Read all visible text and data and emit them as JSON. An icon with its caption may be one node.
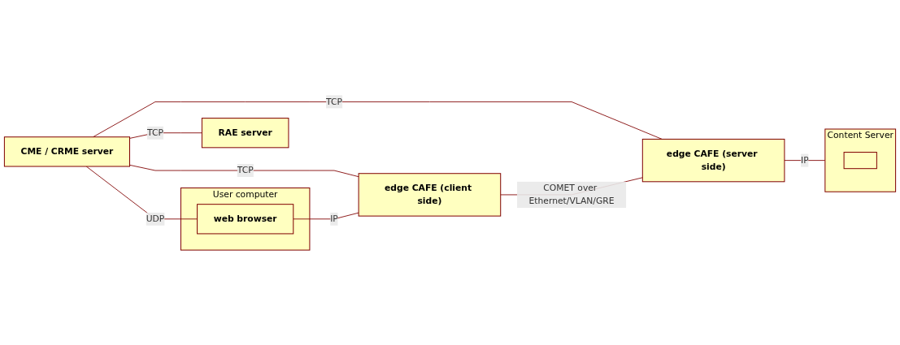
{
  "diagram": {
    "nodes": [
      {
        "text": [
          "CME / CRME server"
        ]
      },
      {
        "text": [
          "RAE server"
        ]
      },
      {
        "text": [
          "User computer"
        ]
      },
      {
        "text": [
          "web browser"
        ],
        "in": 2
      },
      {
        "text": [
          "edge CAFE (client side)"
        ]
      },
      {
        "text": [
          "edge CAFE (server side)"
        ]
      },
      {
        "text": [
          "Content Server"
        ]
      },
      {
        "text": [],
        "shape": "box",
        "in": 6
      }
    ],
    "edges": [
      {
        "from": 0,
        "to": 1,
        "arrow": "none",
        "label": "TCP"
      },
      {
        "from": 0,
        "to": 3,
        "arrow": "none",
        "label": "UDP"
      },
      {
        "from": 0,
        "to": 4,
        "arrow": "none",
        "label": "TCP"
      },
      {
        "from": 0,
        "to": 5,
        "arrow": "none",
        "label": "TCP"
      },
      {
        "from": 3,
        "to": 4,
        "arrow": "none",
        "label": "IP"
      },
      {
        "from": 4,
        "to": 5,
        "arrow": "none",
        "label": "COMET over Ethernet/VLAN/GRE"
      },
      {
        "from": 5,
        "to": 6,
        "arrow": "none",
        "label": "IP"
      }
    ]
  }
}
